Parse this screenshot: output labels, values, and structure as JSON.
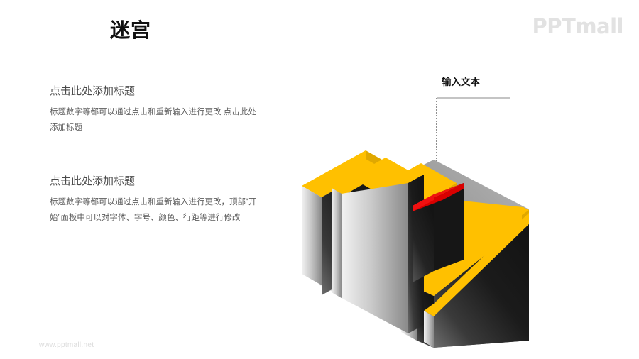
{
  "header": {
    "title": "迷宫",
    "brand": "PPTmall"
  },
  "blocks": [
    {
      "heading": "点击此处添加标题",
      "body": "标题数字等都可以通过点击和重新输入进行更改 点击此处添加标题"
    },
    {
      "heading": "点击此处添加标题",
      "body": "标题数字等都可以通过点击和重新输入进行更改，顶部“开始”面板中可以对字体、字号、颜色、行距等进行修改"
    }
  ],
  "callout": {
    "label": "输入文本"
  },
  "footer": {
    "url": "www.pptmall.net"
  },
  "colors": {
    "accent_yellow": "#FFC000",
    "yellow_shadow": "#E0A800",
    "marker_red": "#F01010",
    "marker_red_dark": "#C00000",
    "wall_dark": "#1A1A1A",
    "wall_light": "#E8E8E8",
    "title": "#111111",
    "body_text": "#5D5D5D",
    "brand_gray": "#E2E2E2",
    "footer_gray": "#DCDCDC",
    "callout_line": "#888888"
  },
  "figure": {
    "name": "isometric-maze",
    "description": "三层嵌套等轴测迷宫墙体，顶面为黄色，内部有红色标记方块"
  }
}
